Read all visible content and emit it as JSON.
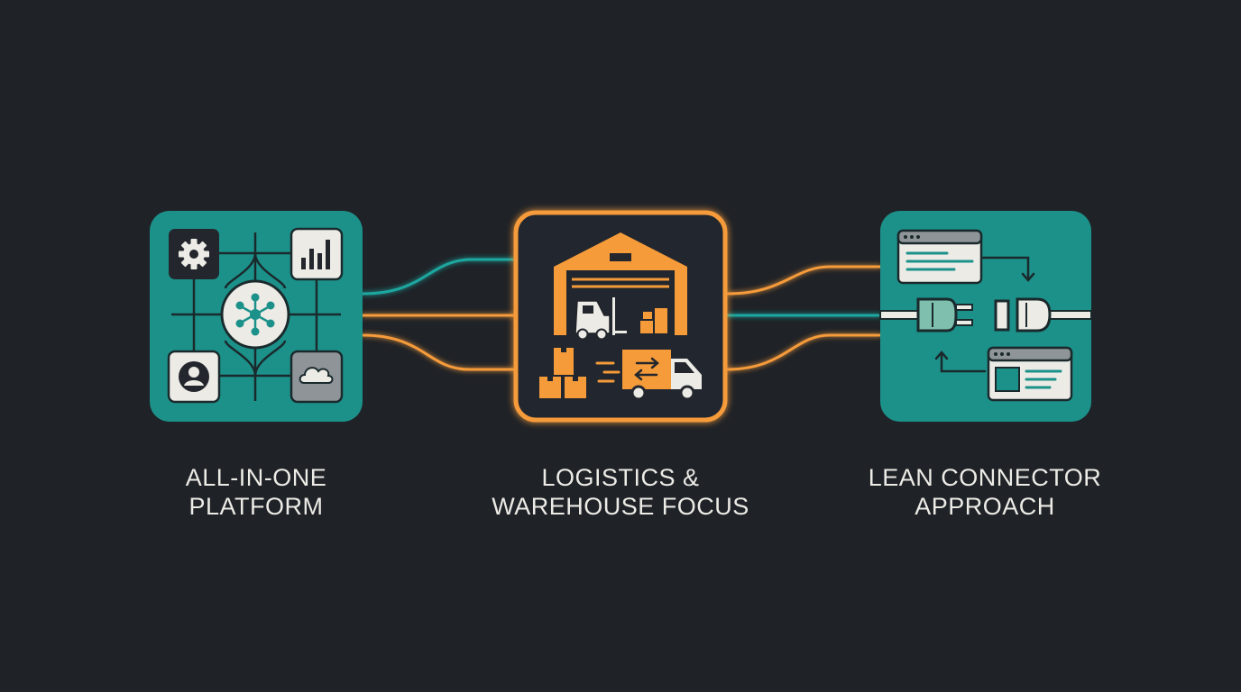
{
  "colors": {
    "background": "#1f2227",
    "teal": "#1c918a",
    "orange": "#f59b3a",
    "cream": "#ecebe6",
    "dark_tile": "#23272d",
    "gray_tile": "#8f9498"
  },
  "nodes": [
    {
      "id": "all-in-one-platform",
      "label": "ALL-IN-ONE\nPLATFORM",
      "icons": [
        "gear-icon",
        "bar-chart-icon",
        "hub-network-icon",
        "user-icon",
        "cloud-icon"
      ]
    },
    {
      "id": "logistics-warehouse-focus",
      "label": "LOGISTICS &\nWAREHOUSE FOCUS",
      "icons": [
        "warehouse-icon",
        "forklift-icon",
        "boxes-icon",
        "delivery-truck-icon",
        "exchange-arrows-icon"
      ]
    },
    {
      "id": "lean-connector-approach",
      "label": "LEAN CONNECTOR\nAPPROACH",
      "icons": [
        "browser-window-icon",
        "plug-icon",
        "socket-icon",
        "sync-arrow-icon",
        "browser-window-icon"
      ]
    }
  ],
  "connections": [
    {
      "from": "all-in-one-platform",
      "to": "logistics-warehouse-focus",
      "color": "teal"
    },
    {
      "from": "all-in-one-platform",
      "to": "logistics-warehouse-focus",
      "color": "orange"
    },
    {
      "from": "all-in-one-platform",
      "to": "logistics-warehouse-focus",
      "color": "orange"
    },
    {
      "from": "logistics-warehouse-focus",
      "to": "lean-connector-approach",
      "color": "orange"
    },
    {
      "from": "logistics-warehouse-focus",
      "to": "lean-connector-approach",
      "color": "teal"
    },
    {
      "from": "logistics-warehouse-focus",
      "to": "lean-connector-approach",
      "color": "orange"
    }
  ]
}
